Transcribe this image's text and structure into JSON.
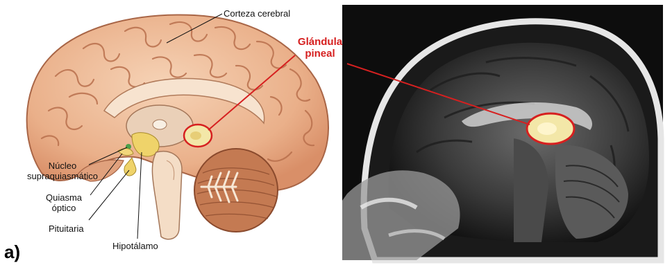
{
  "panel_label": "a)",
  "labels": {
    "cortex": "Corteza cerebral",
    "pineal_line1": "Glándula",
    "pineal_line2": "pineal",
    "scn_line1": "Núcleo",
    "scn_line2": "supraquiasmático",
    "chiasm_line1": "Quiasma",
    "chiasm_line2": "óptico",
    "pituitary": "Pituitaria",
    "hypothalamus": "Hipotálamo"
  },
  "colors": {
    "highlight_stroke": "#d62020",
    "highlight_fill": "#f3e7a8",
    "brain_tissue": "#f0bf9a",
    "cerebellum": "#c47a52",
    "mri_background": "#0d0d0d"
  }
}
